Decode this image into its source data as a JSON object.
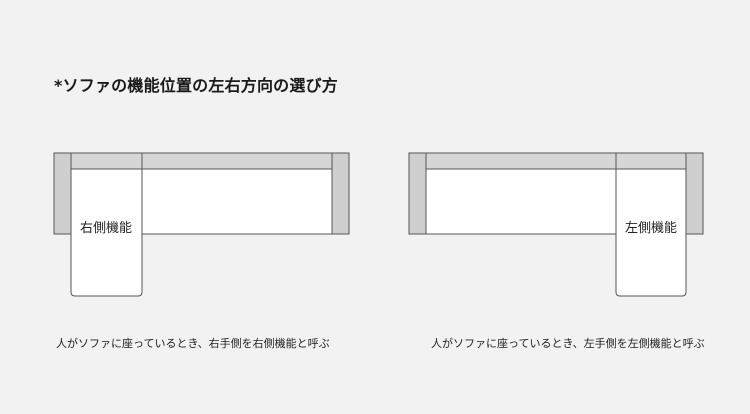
{
  "title": "*ソファの機能位置の左右方向の選び方",
  "sofas": {
    "right": {
      "module_label": "右側機能",
      "caption": "人がソファに座っているとき、右手側を右側機能と呼ぶ"
    },
    "left": {
      "module_label": "左側機能",
      "caption": "人がソファに座っているとき、左手側を左側機能と呼ぶ"
    }
  },
  "colors": {
    "background": "#f2f2f2",
    "arm_fill": "#cfcfcf",
    "back_fill": "#d6d6d6",
    "seat_fill": "#ffffff",
    "outline": "#555555"
  }
}
